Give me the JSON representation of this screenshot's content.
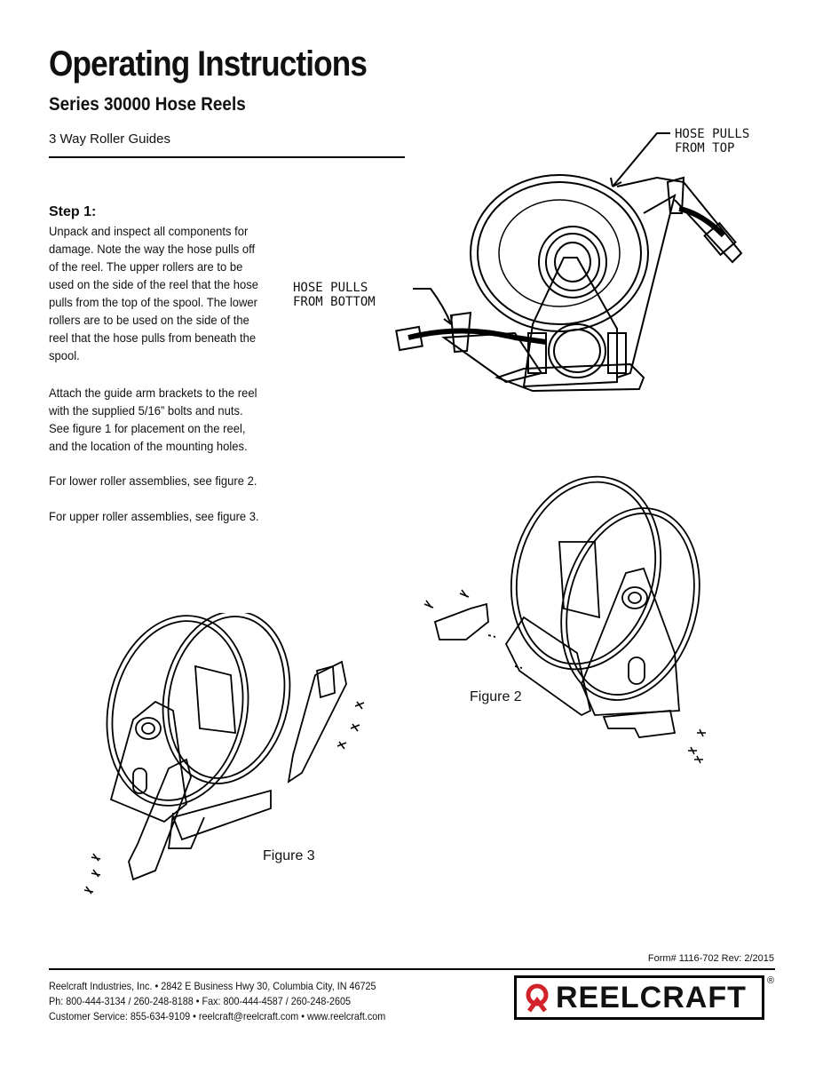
{
  "header": {
    "title": "Operating Instructions",
    "subtitle": "Series 30000 Hose Reels",
    "section": "3 Way Roller Guides"
  },
  "step1": {
    "heading": "Step 1:",
    "p1": "Unpack and inspect all components for damage. Note the way the hose pulls off of the reel. The upper rollers are to be used on the side of the reel that the hose pulls from the top of the spool. The lower rollers are to be used on the side of the reel that the hose pulls from beneath the spool.",
    "p2": "Attach the guide arm brackets to the reel with the supplied 5/16” bolts and nuts. See figure 1 for placement on the reel, and the location of the mounting holes.",
    "p3": "For lower roller assemblies, see figure 2.",
    "p4": "For upper roller assemblies, see figure 3."
  },
  "callouts": {
    "top": "HOSE PULLS\nFROM TOP",
    "bottom": "HOSE PULLS\nFROM BOTTOM"
  },
  "figures": {
    "fig2": "Figure 2",
    "fig3": "Figure 3"
  },
  "footer": {
    "form": "Form# 1116-702  Rev: 2/2015",
    "line1": "Reelcraft Industries, Inc.  •  2842 E Business Hwy 30, Columbia City, IN 46725",
    "line2": "Ph: 800-444-3134 / 260-248-8188  •  Fax: 800-444-4587 / 260-248-2605",
    "line3": "Customer Service: 855-634-9109 • reelcraft@reelcraft.com • www.reelcraft.com",
    "logo_text": "REELCRAFT",
    "reg_mark": "®"
  },
  "colors": {
    "logo_red": "#d2232a"
  }
}
